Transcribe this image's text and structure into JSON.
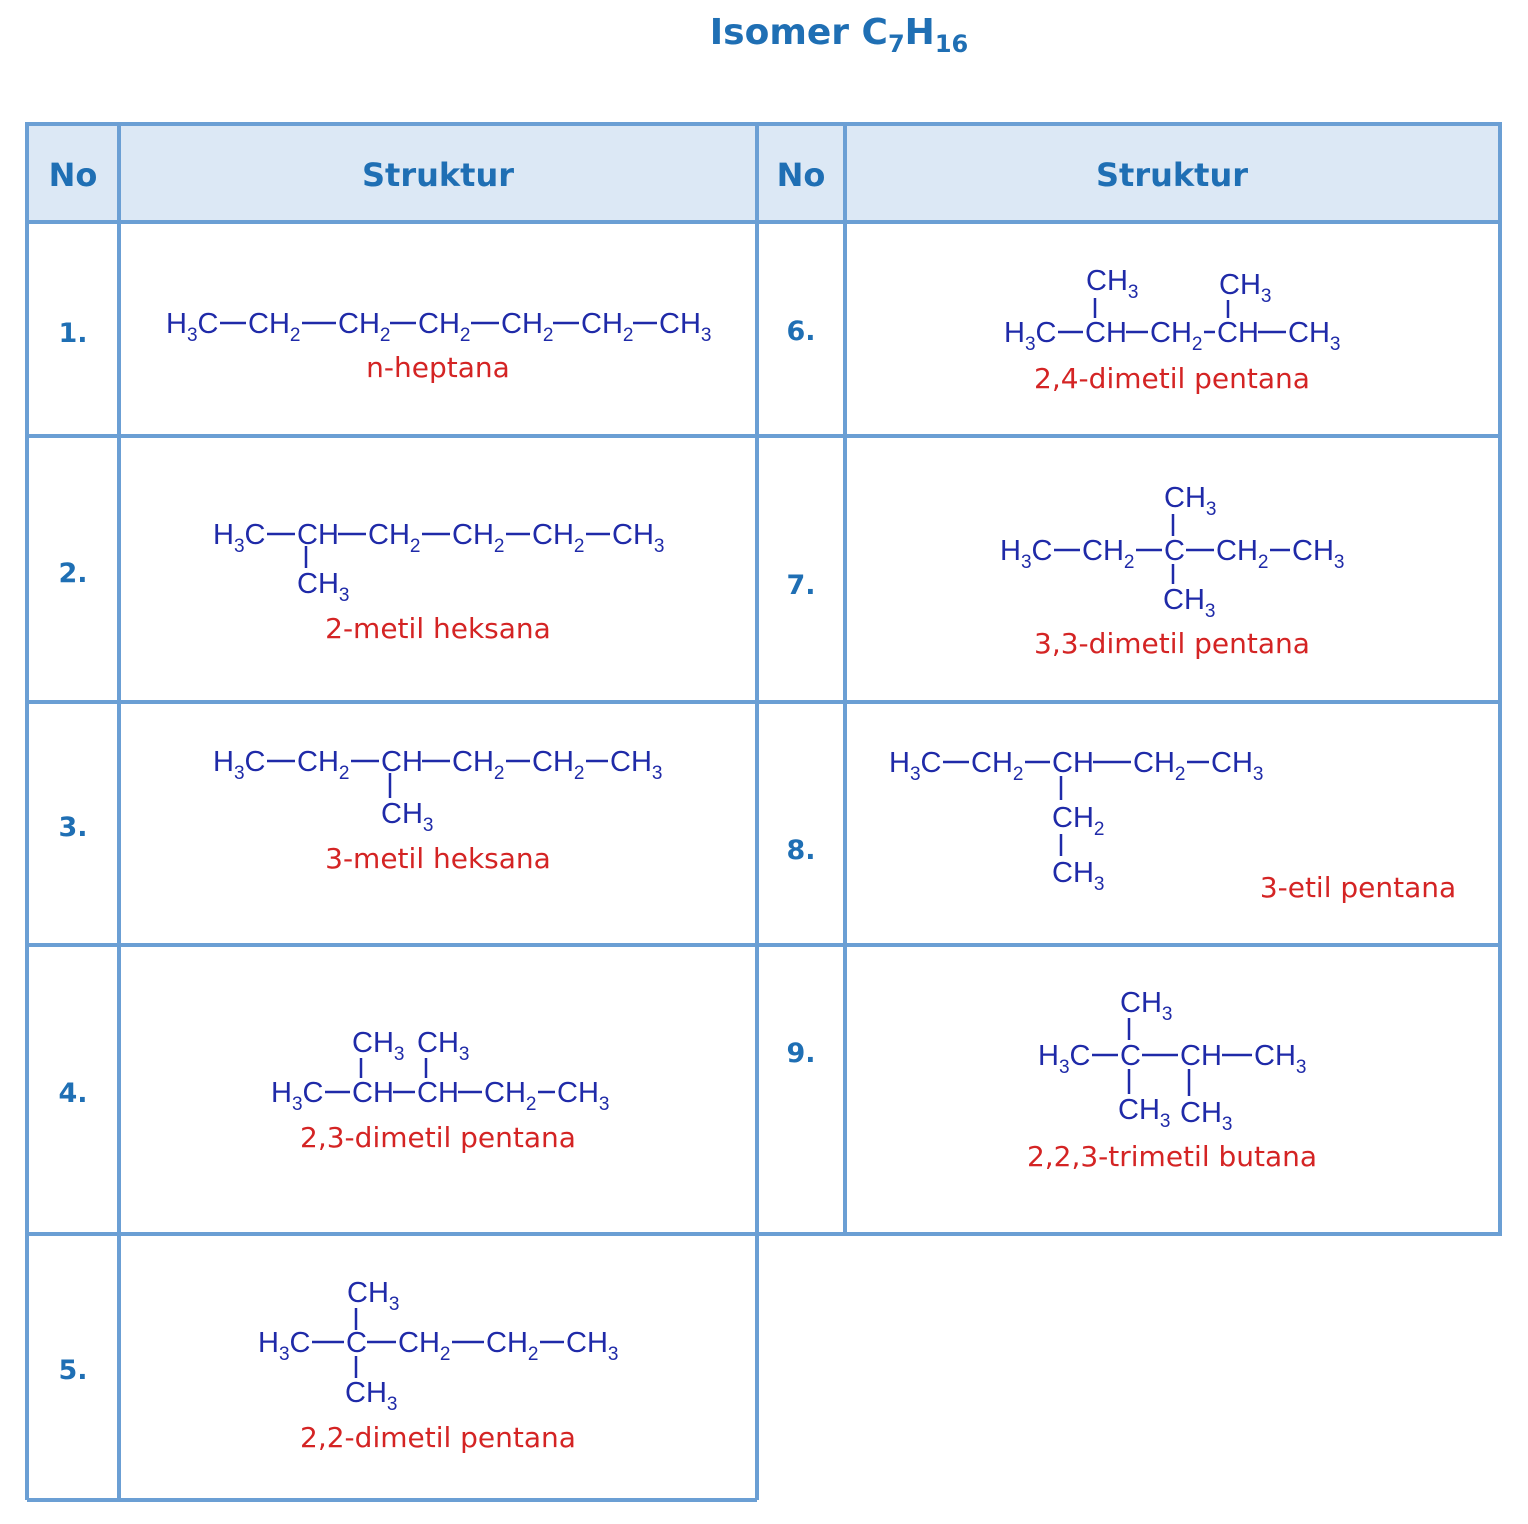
{
  "title": {
    "text": "Isomer C",
    "sub1": "7",
    "mid": "H",
    "sub2": "16"
  },
  "headers": {
    "no": "No",
    "struktur": "Struktur"
  },
  "rows": [
    {
      "no": "1.",
      "name": "n-heptana",
      "formula": "H3C—CH2—CH2—CH2—CH2—CH2—CH3"
    },
    {
      "no": "2.",
      "name": "2-metil heksana",
      "formula": "H3C—CH(CH3)—CH2—CH2—CH2—CH3"
    },
    {
      "no": "3.",
      "name": "3-metil heksana",
      "formula": "H3C—CH2—CH(CH3)—CH2—CH2—CH3"
    },
    {
      "no": "4.",
      "name": "2,3-dimetil pentana",
      "formula": "H3C—CH(CH3)—CH(CH3)—CH2—CH3"
    },
    {
      "no": "5.",
      "name": "2,2-dimetil pentana",
      "formula": "H3C—C(CH3)2—CH2—CH2—CH3"
    },
    {
      "no": "6.",
      "name": "2,4-dimetil pentana",
      "formula": "H3C—CH(CH3)—CH2—CH(CH3)—CH3"
    },
    {
      "no": "7.",
      "name": "3,3-dimetil pentana",
      "formula": "H3C—CH2—C(CH3)2—CH2—CH3"
    },
    {
      "no": "8.",
      "name": "3-etil pentana",
      "formula": "H3C—CH2—CH(CH2CH3)—CH2—CH3"
    },
    {
      "no": "9.",
      "name": "2,2,3-trimetil butana",
      "formula": "H3C—C(CH3)2—CH(CH3)—CH3"
    }
  ]
}
